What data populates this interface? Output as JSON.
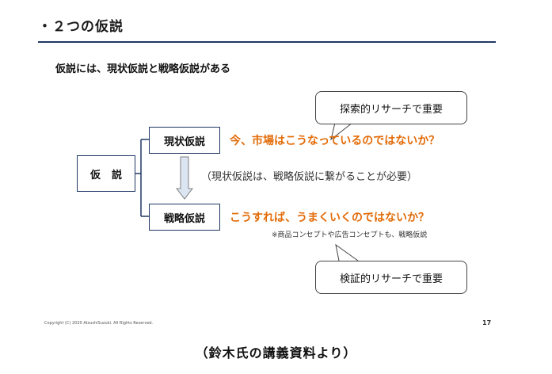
{
  "slide": {
    "title": "・２つの仮説",
    "subtitle": "仮説には、現状仮説と戦略仮説がある",
    "copyright": "Copyright (C) 2020 AtsushiSuzuki. All Rights Reserved.",
    "page_number": "17"
  },
  "bubbles": {
    "top": "探索的リサーチで重要",
    "bottom": "検証的リサーチで重要"
  },
  "diagram": {
    "root": "仮説",
    "genjo_label": "現状仮説",
    "genjo_question": "今、市場はこうなっているのではないか？",
    "relation_note": "（現状仮説は、戦略仮説に繋がることが必要）",
    "senryaku_label": "戦略仮説",
    "senryaku_question": "こうすれば、うまくいくのではないか？",
    "example_note": "※商品コンセプトや広告コンセプトも、戦略仮説"
  },
  "caption": "（鈴木氏の講義資料より）",
  "colors": {
    "accent_orange": "#e36c09",
    "rule_navy": "#1f3864"
  }
}
